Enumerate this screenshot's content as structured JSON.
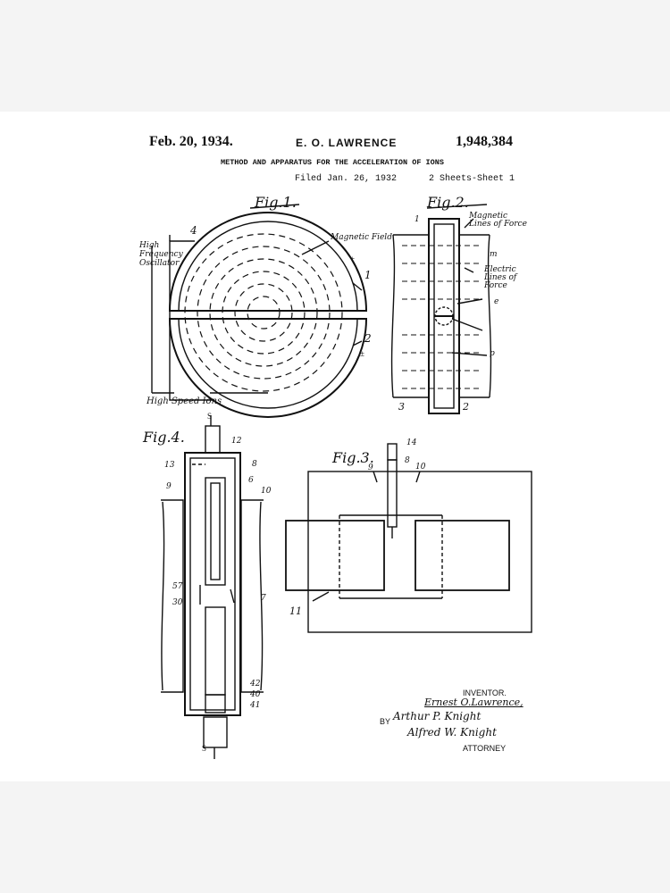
{
  "header": {
    "date": "Feb. 20, 1934.",
    "inventor": "E. O. LAWRENCE",
    "patent_number": "1,948,384",
    "title": "METHOD AND APPARATUS FOR THE ACCELERATION OF IONS",
    "filed": "Filed Jan. 26, 1932",
    "sheets": "2 Sheets-Sheet 1"
  },
  "fig1": {
    "caption": "Fig.1.",
    "labels": {
      "oscillator": "High Frequency Oscillator",
      "magnetic_field": "Magnetic Field",
      "high_speed_ions": "High Speed Ions",
      "n4": "4",
      "n1": "1",
      "n2": "2",
      "plus": "+",
      "minus": "±"
    }
  },
  "fig2": {
    "caption": "Fig.2.",
    "labels": {
      "n1": "1",
      "n2": "2",
      "n3": "3",
      "magnetic_lines": "Magnetic Lines of Force",
      "electric_lines": "Electric Lines of Force",
      "m": "m",
      "e": "e",
      "p": "p"
    }
  },
  "fig3": {
    "caption": "Fig.3.",
    "labels": {
      "n14": "14",
      "n8": "8",
      "n9": "9",
      "n10": "10",
      "n11": "11"
    }
  },
  "fig4": {
    "caption": "Fig.4.",
    "labels": {
      "s_top": "S",
      "n12": "12",
      "n13": "13",
      "n8": "8",
      "n6": "6",
      "n9": "9",
      "n10": "10",
      "n57": "57",
      "n30": "30",
      "n7": "7",
      "n42": "42",
      "n40": "40",
      "n41": "41",
      "s_bottom": "S"
    }
  },
  "signature": {
    "inventor_label": "INVENTOR.",
    "inventor_name": "Ernest O.Lawrence,",
    "by": "BY",
    "attorney_1": "Arthur P. Knight",
    "attorney_2": "Alfred W. Knight",
    "attorney_label": "ATTORNEY"
  },
  "colors": {
    "ink": "#111111",
    "paper": "#ffffff",
    "background": "#f4f4f4",
    "watermark": "#d9d9d9"
  }
}
